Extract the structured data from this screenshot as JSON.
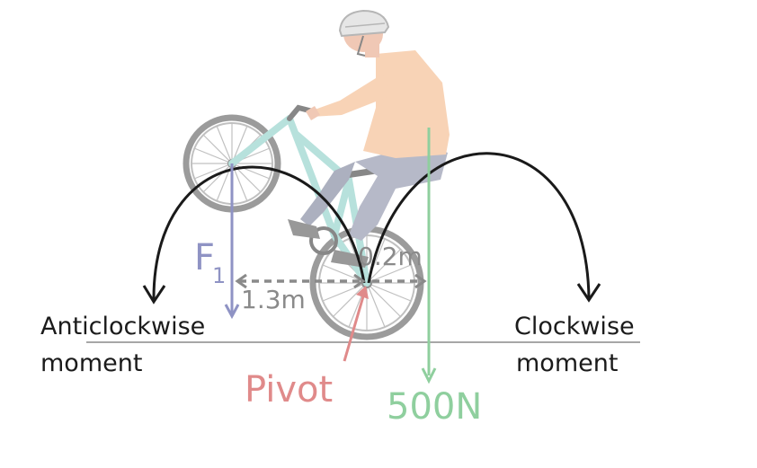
{
  "labels": {
    "force_symbol": "F",
    "force_subscript": "1",
    "distance_left": "1.3m",
    "distance_right": "0.2m",
    "pivot": "Pivot",
    "weight": "500N",
    "anticlockwise_line1": "Anticlockwise",
    "anticlockwise_line2": "moment",
    "clockwise_line1": "Clockwise",
    "clockwise_line2": "moment"
  },
  "colors": {
    "force_f1": "#8f93c4",
    "weight_500n": "#8fcf9e",
    "pivot": "#e08a8a",
    "distance": "#8a8a8a",
    "moment_arrows": "#1a1a1a",
    "ground": "#8a8a8a",
    "bike_frame": "#8ccfc8",
    "shirt": "#f4b98a",
    "jeans": "#8a8fa8",
    "helmet": "#d8d8d8"
  }
}
